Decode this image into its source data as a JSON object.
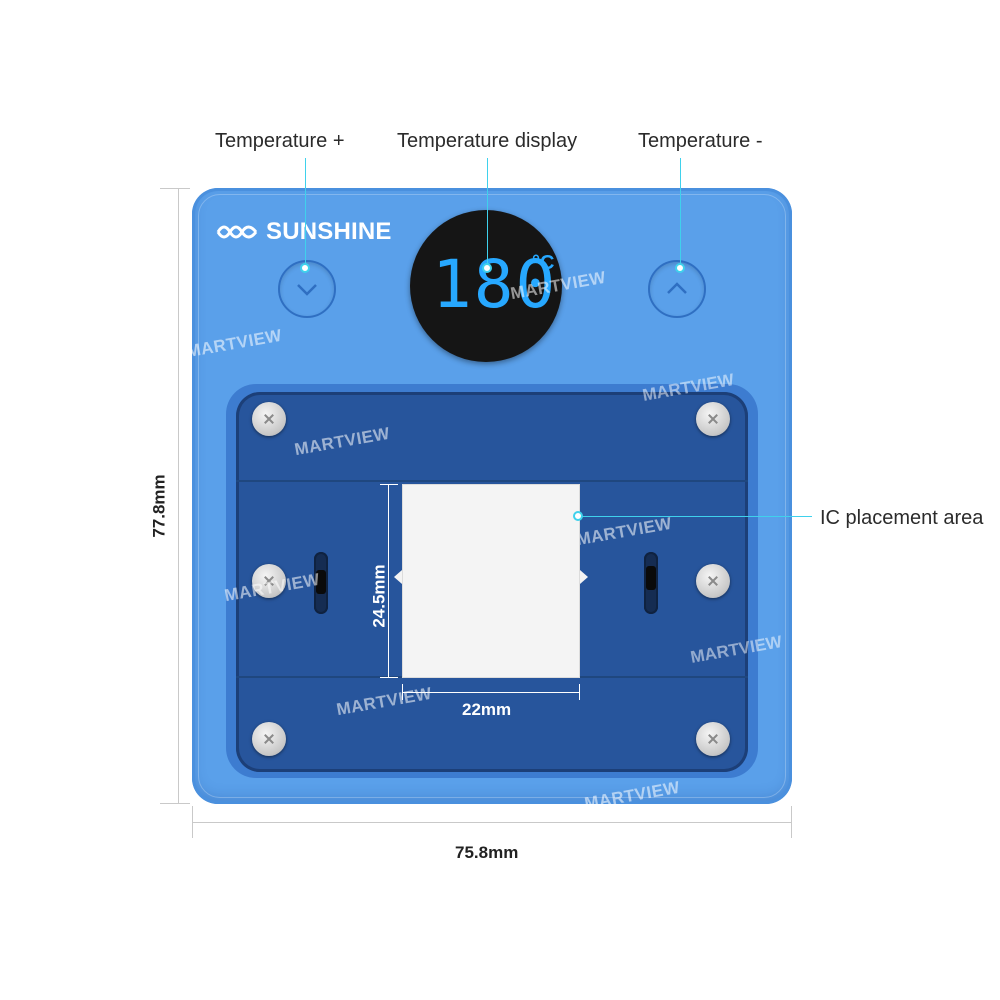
{
  "labels": {
    "temp_plus": "Temperature +",
    "temp_display": "Temperature display",
    "temp_minus": "Temperature -",
    "ic_area": "IC placement area"
  },
  "dimensions": {
    "height": "77.8mm",
    "width": "75.8mm",
    "ic_height": "24.5mm",
    "ic_width": "22mm"
  },
  "device": {
    "brand": "SUNSHINE",
    "temperature_value": "180",
    "temperature_unit": "°C"
  },
  "watermark": "MARTVIEW",
  "colors": {
    "device_body": "#5aa0ea",
    "heating_pad": "#27559c",
    "display_digits": "#27a8ff",
    "callout": "#3fd1ec"
  },
  "icons": [
    "chevron-down-icon",
    "chevron-up-icon",
    "sunshine-logo-icon",
    "screw-icon"
  ]
}
